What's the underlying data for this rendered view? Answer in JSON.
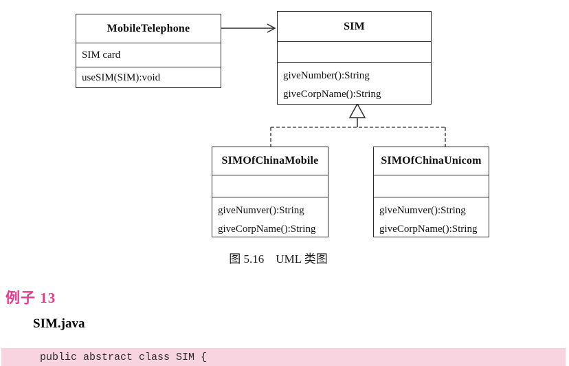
{
  "diagram": {
    "classes": [
      {
        "name": "MobileTelephone",
        "attributes": [
          "SIM card"
        ],
        "methods": [
          "useSIM(SIM):void"
        ]
      },
      {
        "name": "SIM",
        "attributes": [],
        "methods": [
          "giveNumber():String",
          "giveCorpName():String"
        ]
      },
      {
        "name": "SIMOfChinaMobile",
        "attributes": [],
        "methods": [
          "giveNumver():String",
          "giveCorpName():String"
        ]
      },
      {
        "name": "SIMOfChinaUnicom",
        "attributes": [],
        "methods": [
          "giveNumver():String",
          "giveCorpName():String"
        ]
      }
    ],
    "relations": [
      {
        "type": "association",
        "from": "MobileTelephone",
        "to": "SIM"
      },
      {
        "type": "generalization-dashed",
        "from": "SIMOfChinaMobile",
        "to": "SIM"
      },
      {
        "type": "generalization-dashed",
        "from": "SIMOfChinaUnicom",
        "to": "SIM"
      }
    ],
    "caption": "图 5.16　UML 类图"
  },
  "example": {
    "heading": "例子 13",
    "accent_color": "#e5398c"
  },
  "code": {
    "filename": "SIM.java",
    "line1": "public abstract class SIM {",
    "band_color": "#f8d4e1",
    "text_color": "#2b2b2b"
  }
}
